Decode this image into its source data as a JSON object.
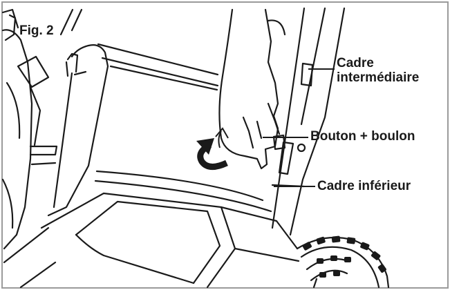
{
  "figure": {
    "label": "Fig. 2"
  },
  "callouts": {
    "cadre_intermediaire_line1": "Cadre",
    "cadre_intermediaire_line2": "intermédiaire",
    "bouton_boulon": "Bouton + boulon",
    "cadre_inferieur": "Cadre inférieur"
  },
  "colors": {
    "ink": "#1a1a1a",
    "frame": "#9a9a9a",
    "fill": "#ffffff"
  }
}
